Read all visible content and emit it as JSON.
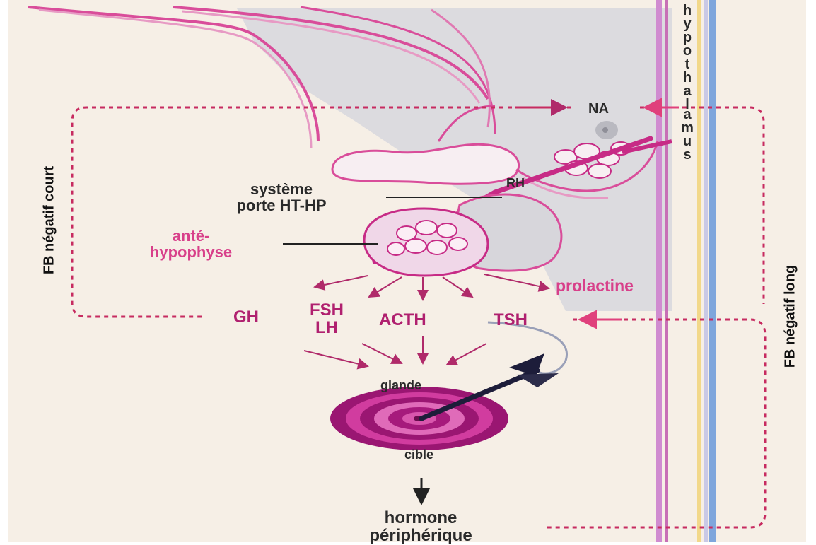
{
  "labels": {
    "hypothalamus": "hypothalamus",
    "na": "NA",
    "rh": "RH",
    "systeme_line1": "système",
    "systeme_line2": "porte HT-HP",
    "ante_line1": "anté-",
    "ante_line2": "hypophyse",
    "prolactine": "prolactine",
    "gh": "GH",
    "fsh": "FSH",
    "lh": "LH",
    "acth": "ACTH",
    "tsh": "TSH",
    "glande": "glande",
    "cible": "cible",
    "hormone": "hormone",
    "peripherique": "périphérique",
    "fb_court": "FB négatif court",
    "fb_long": "FB négatif long"
  },
  "colors": {
    "magenta": "#c72b86",
    "pink": "#e6a3c8",
    "grey_band": "#d9d9dc",
    "target_dark": "#8e1068",
    "target_light": "#e45db3"
  }
}
